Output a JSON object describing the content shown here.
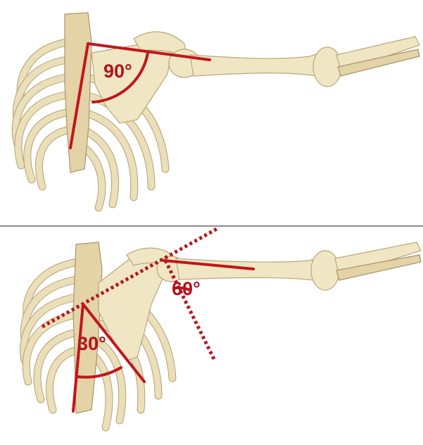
{
  "panels": [
    {
      "id": "top",
      "angle_label": "90°"
    },
    {
      "id": "bottom",
      "angle_labels": [
        "30°",
        "60°"
      ]
    }
  ],
  "colors": {
    "angle_line": "#c0161c",
    "bone_fill": "#f1e6c4",
    "bone_outline": "#b9a77a",
    "divider": "#8c8c8c"
  }
}
